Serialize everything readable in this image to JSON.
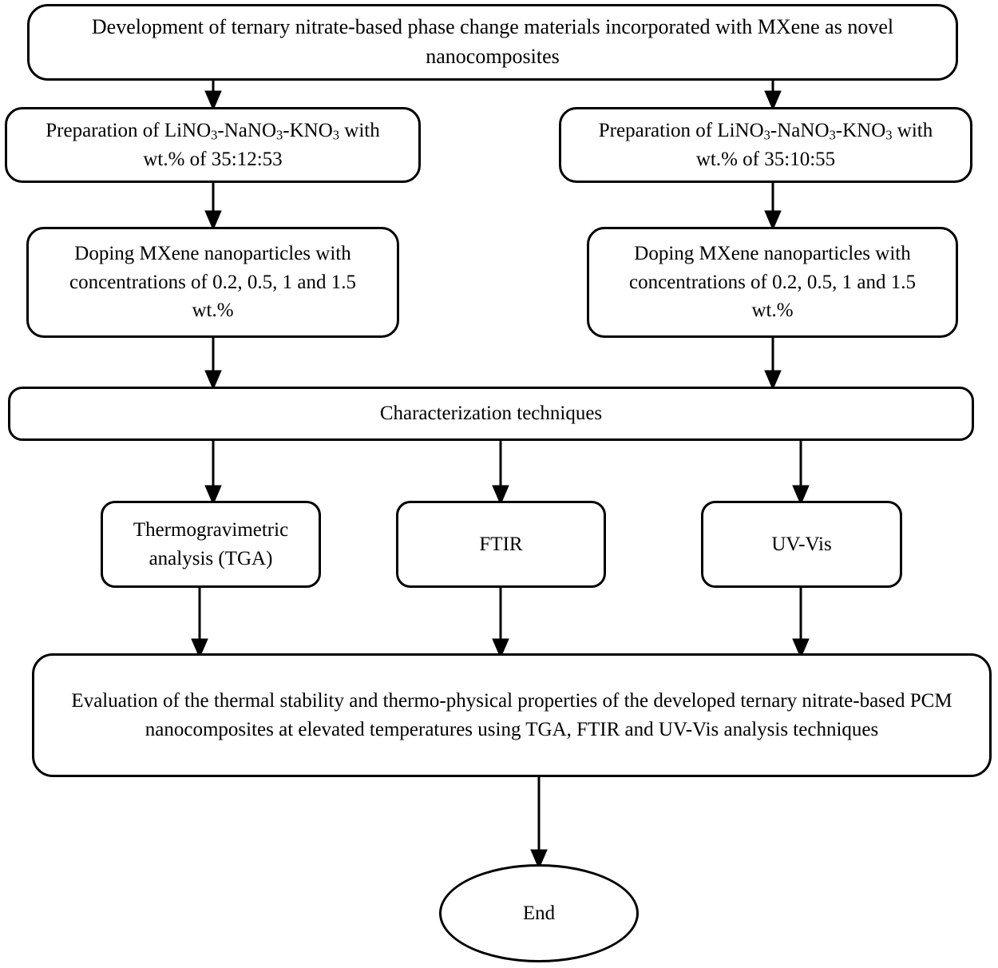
{
  "diagram": {
    "title": "Research methodology flowchart for MXene-doped ternary nitrate phase change materials",
    "type": "flowchart",
    "orientation": "top-to-bottom",
    "shape_style": "rounded-rectangle",
    "line_color": "#000000",
    "fill_color": "#ffffff",
    "text_color": "#000000"
  },
  "nodes": {
    "start": {
      "id": "start",
      "shape": "rounded-rectangle",
      "line1": "Development of ternary nitrate-based phase change materials incorporated with MXene as novel",
      "line2": "nanocomposites"
    },
    "prep_left": {
      "id": "prep-left",
      "shape": "rounded-rectangle",
      "line1_pre": "Preparation of LiNO",
      "sub1": "3",
      "line1_mid1": "-NaNO",
      "sub2": "3",
      "line1_mid2": "-KNO",
      "sub3": "3",
      "line1_post": " with",
      "line2": "wt.% of 35:12:53",
      "ratio": "35:12:53"
    },
    "prep_right": {
      "id": "prep-right",
      "shape": "rounded-rectangle",
      "line1_pre": "Preparation of LiNO",
      "sub1": "3",
      "line1_mid1": "-NaNO",
      "sub2": "3",
      "line1_mid2": "-KNO",
      "sub3": "3",
      "line1_post": " with",
      "line2": "wt.% of 35:10:55",
      "ratio": "35:10:55"
    },
    "doping_left": {
      "id": "doping-left",
      "shape": "rounded-rectangle",
      "line1": "Doping MXene nanoparticles with",
      "line2": "concentrations of 0.2, 0.5, 1 and 1.5",
      "line3": "wt.%",
      "concentrations": [
        "0.2",
        "0.5",
        "1",
        "1.5"
      ]
    },
    "doping_right": {
      "id": "doping-right",
      "shape": "rounded-rectangle",
      "line1": "Doping MXene nanoparticles with",
      "line2": "concentrations of 0.2, 0.5, 1 and 1.5",
      "line3": "wt.%",
      "concentrations": [
        "0.2",
        "0.5",
        "1",
        "1.5"
      ]
    },
    "characterization": {
      "id": "characterization",
      "shape": "rounded-rectangle",
      "label": "Characterization techniques"
    },
    "tga": {
      "id": "tga",
      "shape": "rounded-rectangle",
      "line1": "Thermogravimetric",
      "line2": "analysis (TGA)"
    },
    "ftir": {
      "id": "ftir",
      "shape": "rounded-rectangle",
      "label": "FTIR"
    },
    "uvvis": {
      "id": "uv-vis",
      "shape": "rounded-rectangle",
      "label": "UV-Vis"
    },
    "evaluation": {
      "id": "evaluation",
      "shape": "rounded-rectangle",
      "line1": "Evaluation of the thermal stability and thermo-physical properties of the developed ternary",
      "line2": "nitrate-based PCM nanocomposites at elevated temperatures using TGA, FTIR and UV-Vis",
      "line3": "analysis techniques"
    },
    "end": {
      "id": "end",
      "shape": "ellipse",
      "label": "End"
    }
  },
  "edges": [
    {
      "from": "start",
      "to": "prep_left",
      "style": "elbow-arrow"
    },
    {
      "from": "start",
      "to": "prep_right",
      "style": "elbow-arrow"
    },
    {
      "from": "prep_left",
      "to": "doping_left",
      "style": "straight-arrow"
    },
    {
      "from": "prep_right",
      "to": "doping_right",
      "style": "straight-arrow"
    },
    {
      "from": "doping_left",
      "to": "characterization",
      "style": "straight-arrow"
    },
    {
      "from": "doping_right",
      "to": "characterization",
      "style": "straight-arrow"
    },
    {
      "from": "characterization",
      "to": "tga",
      "style": "straight-arrow"
    },
    {
      "from": "characterization",
      "to": "ftir",
      "style": "straight-arrow"
    },
    {
      "from": "characterization",
      "to": "uvvis",
      "style": "straight-arrow"
    },
    {
      "from": "tga",
      "to": "evaluation",
      "style": "straight-arrow"
    },
    {
      "from": "ftir",
      "to": "evaluation",
      "style": "straight-arrow"
    },
    {
      "from": "uvvis",
      "to": "evaluation",
      "style": "straight-arrow"
    },
    {
      "from": "evaluation",
      "to": "end",
      "style": "straight-arrow"
    }
  ]
}
